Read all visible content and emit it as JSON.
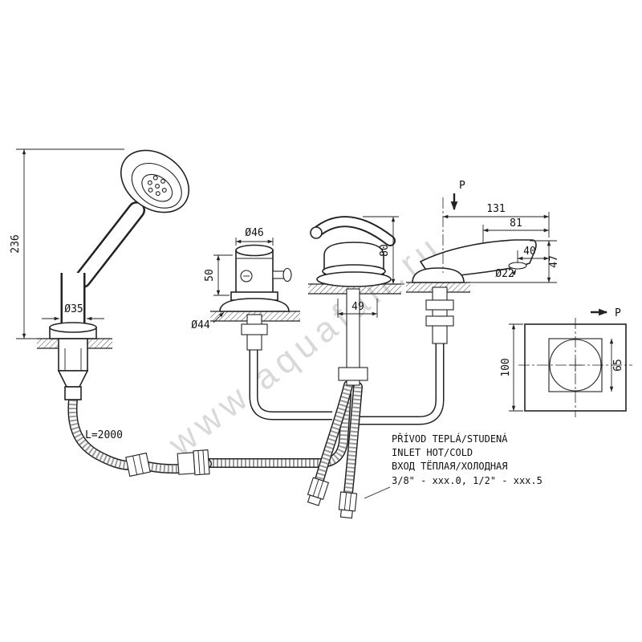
{
  "drawing": {
    "watermark": "www.aquafair.ru",
    "dims": {
      "shower_height": "236",
      "shower_shaft_dia": "Ø35",
      "valve_cap_dia": "Ø46",
      "valve_height": "50",
      "valve_base_dia": "Ø44",
      "mixer_height": "80",
      "mixer_base_width": "49",
      "spout_reach_total": "131",
      "spout_reach": "81",
      "spout_tip": "40",
      "spout_outlet_dia": "Ø22",
      "spout_height": "47",
      "plan_height": "100",
      "plan_cutout": "65",
      "hose_length": "L=2000"
    },
    "section": {
      "top_label": "P",
      "side_label": "P"
    },
    "notes": {
      "line1": "PŘÍVOD TEPLÁ/STUDENÁ",
      "line2": "INLET HOT/COLD",
      "line3": "ВХОД ТЁПЛАЯ/ХОЛОДНАЯ",
      "line4": "3/8\" - xxx.0, 1/2\" - xxx.5"
    },
    "colors": {
      "line": "#222222",
      "watermark": "#d9d9d9",
      "background": "#ffffff"
    }
  }
}
